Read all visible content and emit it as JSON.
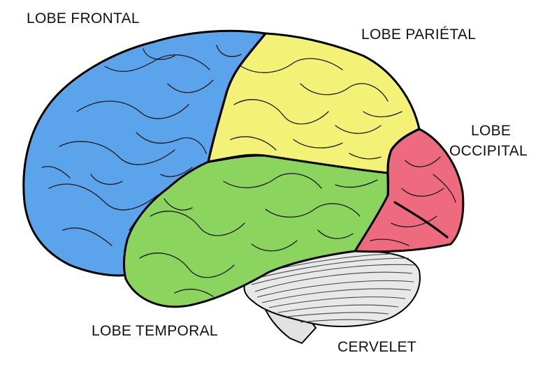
{
  "labels": {
    "frontal": "LOBE FRONTAL",
    "parietal": "LOBE PARIÉTAL",
    "occipital_line1": "LOBE",
    "occipital_line2": "OCCIPITAL",
    "temporal": "LOBE TEMPORAL",
    "cerebellum": "CERVELET"
  },
  "colors": {
    "frontal": "#5ba3ea",
    "parietal": "#f4f276",
    "occipital": "#ee6b7f",
    "temporal": "#8bd45d",
    "cerebellum": "#e8e8e8",
    "brainstem": "#e2e2e2"
  }
}
